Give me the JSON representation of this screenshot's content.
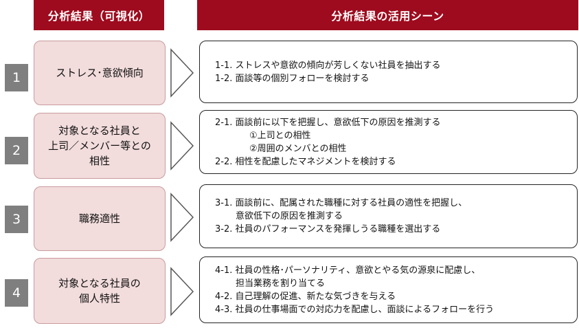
{
  "headers": {
    "left": "分析結果（可視化）",
    "right": "分析結果の活用シーン"
  },
  "rows": [
    {
      "number": "1",
      "category": "ストレス･意欲傾向",
      "items": [
        "1-1. ストレスや意欲の傾向が芳しくない社員を抽出する",
        "1-2. 面談等の個別フォローを検討する"
      ]
    },
    {
      "number": "2",
      "category": "対象となる社員と\n上司／メンバー等との\n相性",
      "items": [
        "2-1. 面談前に以下を把握し、意欲低下の原因を推測する",
        "①上司との相性",
        "②周囲のメンバとの相性",
        "2-2. 相性を配慮したマネジメントを検討する"
      ]
    },
    {
      "number": "3",
      "category": "職務適性",
      "items": [
        "3-1. 面談前に、配属された職種に対する社員の適性を把握し、",
        "意欲低下の原因を推測する",
        "3-2. 社員のパフォーマンスを発揮しうる職種を選出する"
      ]
    },
    {
      "number": "4",
      "category": "対象となる社員の\n個人特性",
      "items": [
        "4-1. 社員の性格･パーソナリティ、意欲とやる気の源泉に配慮し、",
        "担当業務を割り当てる",
        "4-2. 自己理解の促進、新たな気づきを与える",
        "4-3. 社員の仕事場面での対応力を配慮し、面談によるフォローを行う"
      ]
    }
  ]
}
